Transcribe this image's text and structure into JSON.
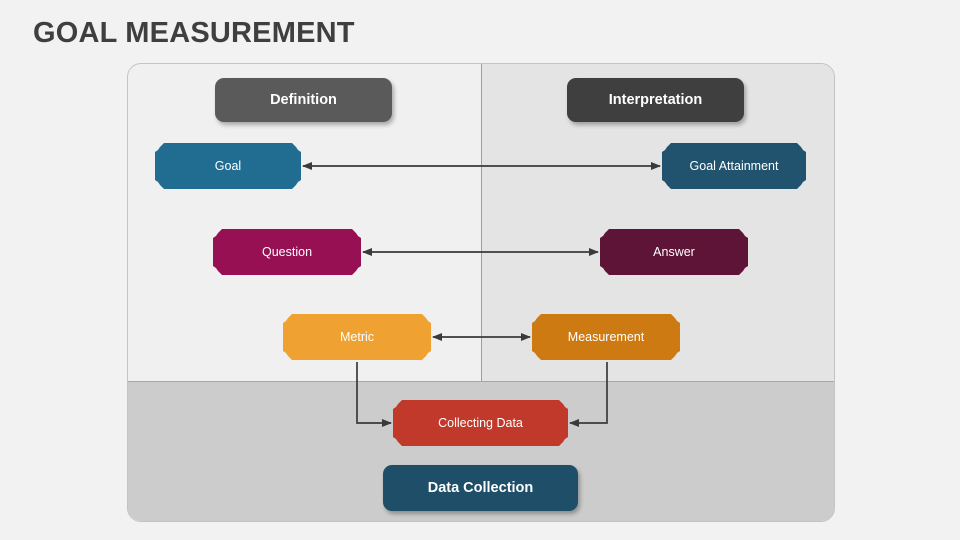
{
  "slide": {
    "title": "GOAL MEASUREMENT"
  },
  "panel": {
    "columns": [
      {
        "id": "definition",
        "header_label": "Definition"
      },
      {
        "id": "interpretation",
        "header_label": "Interpretation"
      }
    ],
    "bottom_band": {
      "header_label": "Data Collection"
    }
  },
  "nodes": [
    {
      "id": "goal",
      "label": "Goal",
      "color": "#216c91",
      "column": "definition"
    },
    {
      "id": "goal-attainment",
      "label": "Goal Attainment",
      "color": "#22536e",
      "column": "interpretation"
    },
    {
      "id": "question",
      "label": "Question",
      "color": "#971054",
      "column": "definition"
    },
    {
      "id": "answer",
      "label": "Answer",
      "color": "#5e1437",
      "column": "interpretation"
    },
    {
      "id": "metric",
      "label": "Metric",
      "color": "#efa232",
      "column": "definition"
    },
    {
      "id": "measurement",
      "label": "Measurement",
      "color": "#cc7a11",
      "column": "interpretation"
    },
    {
      "id": "collecting-data",
      "label": "Collecting Data",
      "color": "#c0392b",
      "column": "bottom"
    }
  ],
  "connections": [
    {
      "from": "goal",
      "to": "goal-attainment",
      "style": "bidirectional-horizontal"
    },
    {
      "from": "question",
      "to": "answer",
      "style": "bidirectional-horizontal"
    },
    {
      "from": "metric",
      "to": "measurement",
      "style": "bidirectional-horizontal"
    },
    {
      "from": "metric",
      "to": "collecting-data",
      "style": "elbow-down-right"
    },
    {
      "from": "measurement",
      "to": "collecting-data",
      "style": "elbow-down-left"
    }
  ],
  "colors": {
    "canvas_background": "#f2f2f2",
    "panel_left_fill": "#f0f0f0",
    "panel_right_fill": "#e4e4e4",
    "panel_bottom_fill": "#cccccc",
    "panel_border": "#c3c3c3",
    "title_text": "#3f3f3f",
    "header_definition": "#5a5a5a",
    "header_interpretation": "#3f3f3f",
    "header_data_collection": "#1f4e68",
    "connector_line": "#3a3a3a"
  }
}
